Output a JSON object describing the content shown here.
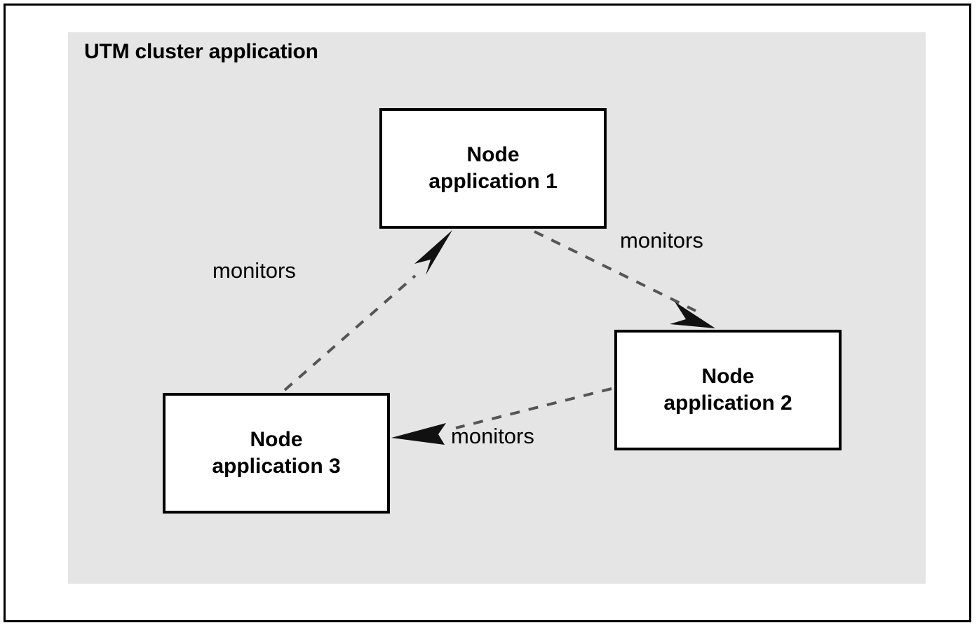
{
  "diagram": {
    "panel_title": "UTM cluster application",
    "panel_color": "#e5e5e5",
    "canvas_color": "#ffffff",
    "frame_color": "#000000",
    "node_fill": "#ffffff",
    "node_border_color": "#000000",
    "connector_color": "#555555",
    "arrowhead_color": "#000000",
    "nodes": [
      {
        "id": "node-app-1",
        "line1": "Node",
        "line2": "application 1"
      },
      {
        "id": "node-app-2",
        "line1": "Node",
        "line2": "application 2"
      },
      {
        "id": "node-app-3",
        "line1": "Node",
        "line2": "application 3"
      }
    ],
    "edges": [
      {
        "id": "edge-1-to-2",
        "label": "monitors",
        "from": "node-app-1",
        "to": "node-app-2",
        "style": "dashed"
      },
      {
        "id": "edge-3-to-1",
        "label": "monitors",
        "from": "node-app-3",
        "to": "node-app-1",
        "style": "dashed"
      },
      {
        "id": "edge-2-to-3",
        "label": "monitors",
        "from": "node-app-2",
        "to": "node-app-3",
        "style": "dashed"
      }
    ]
  }
}
